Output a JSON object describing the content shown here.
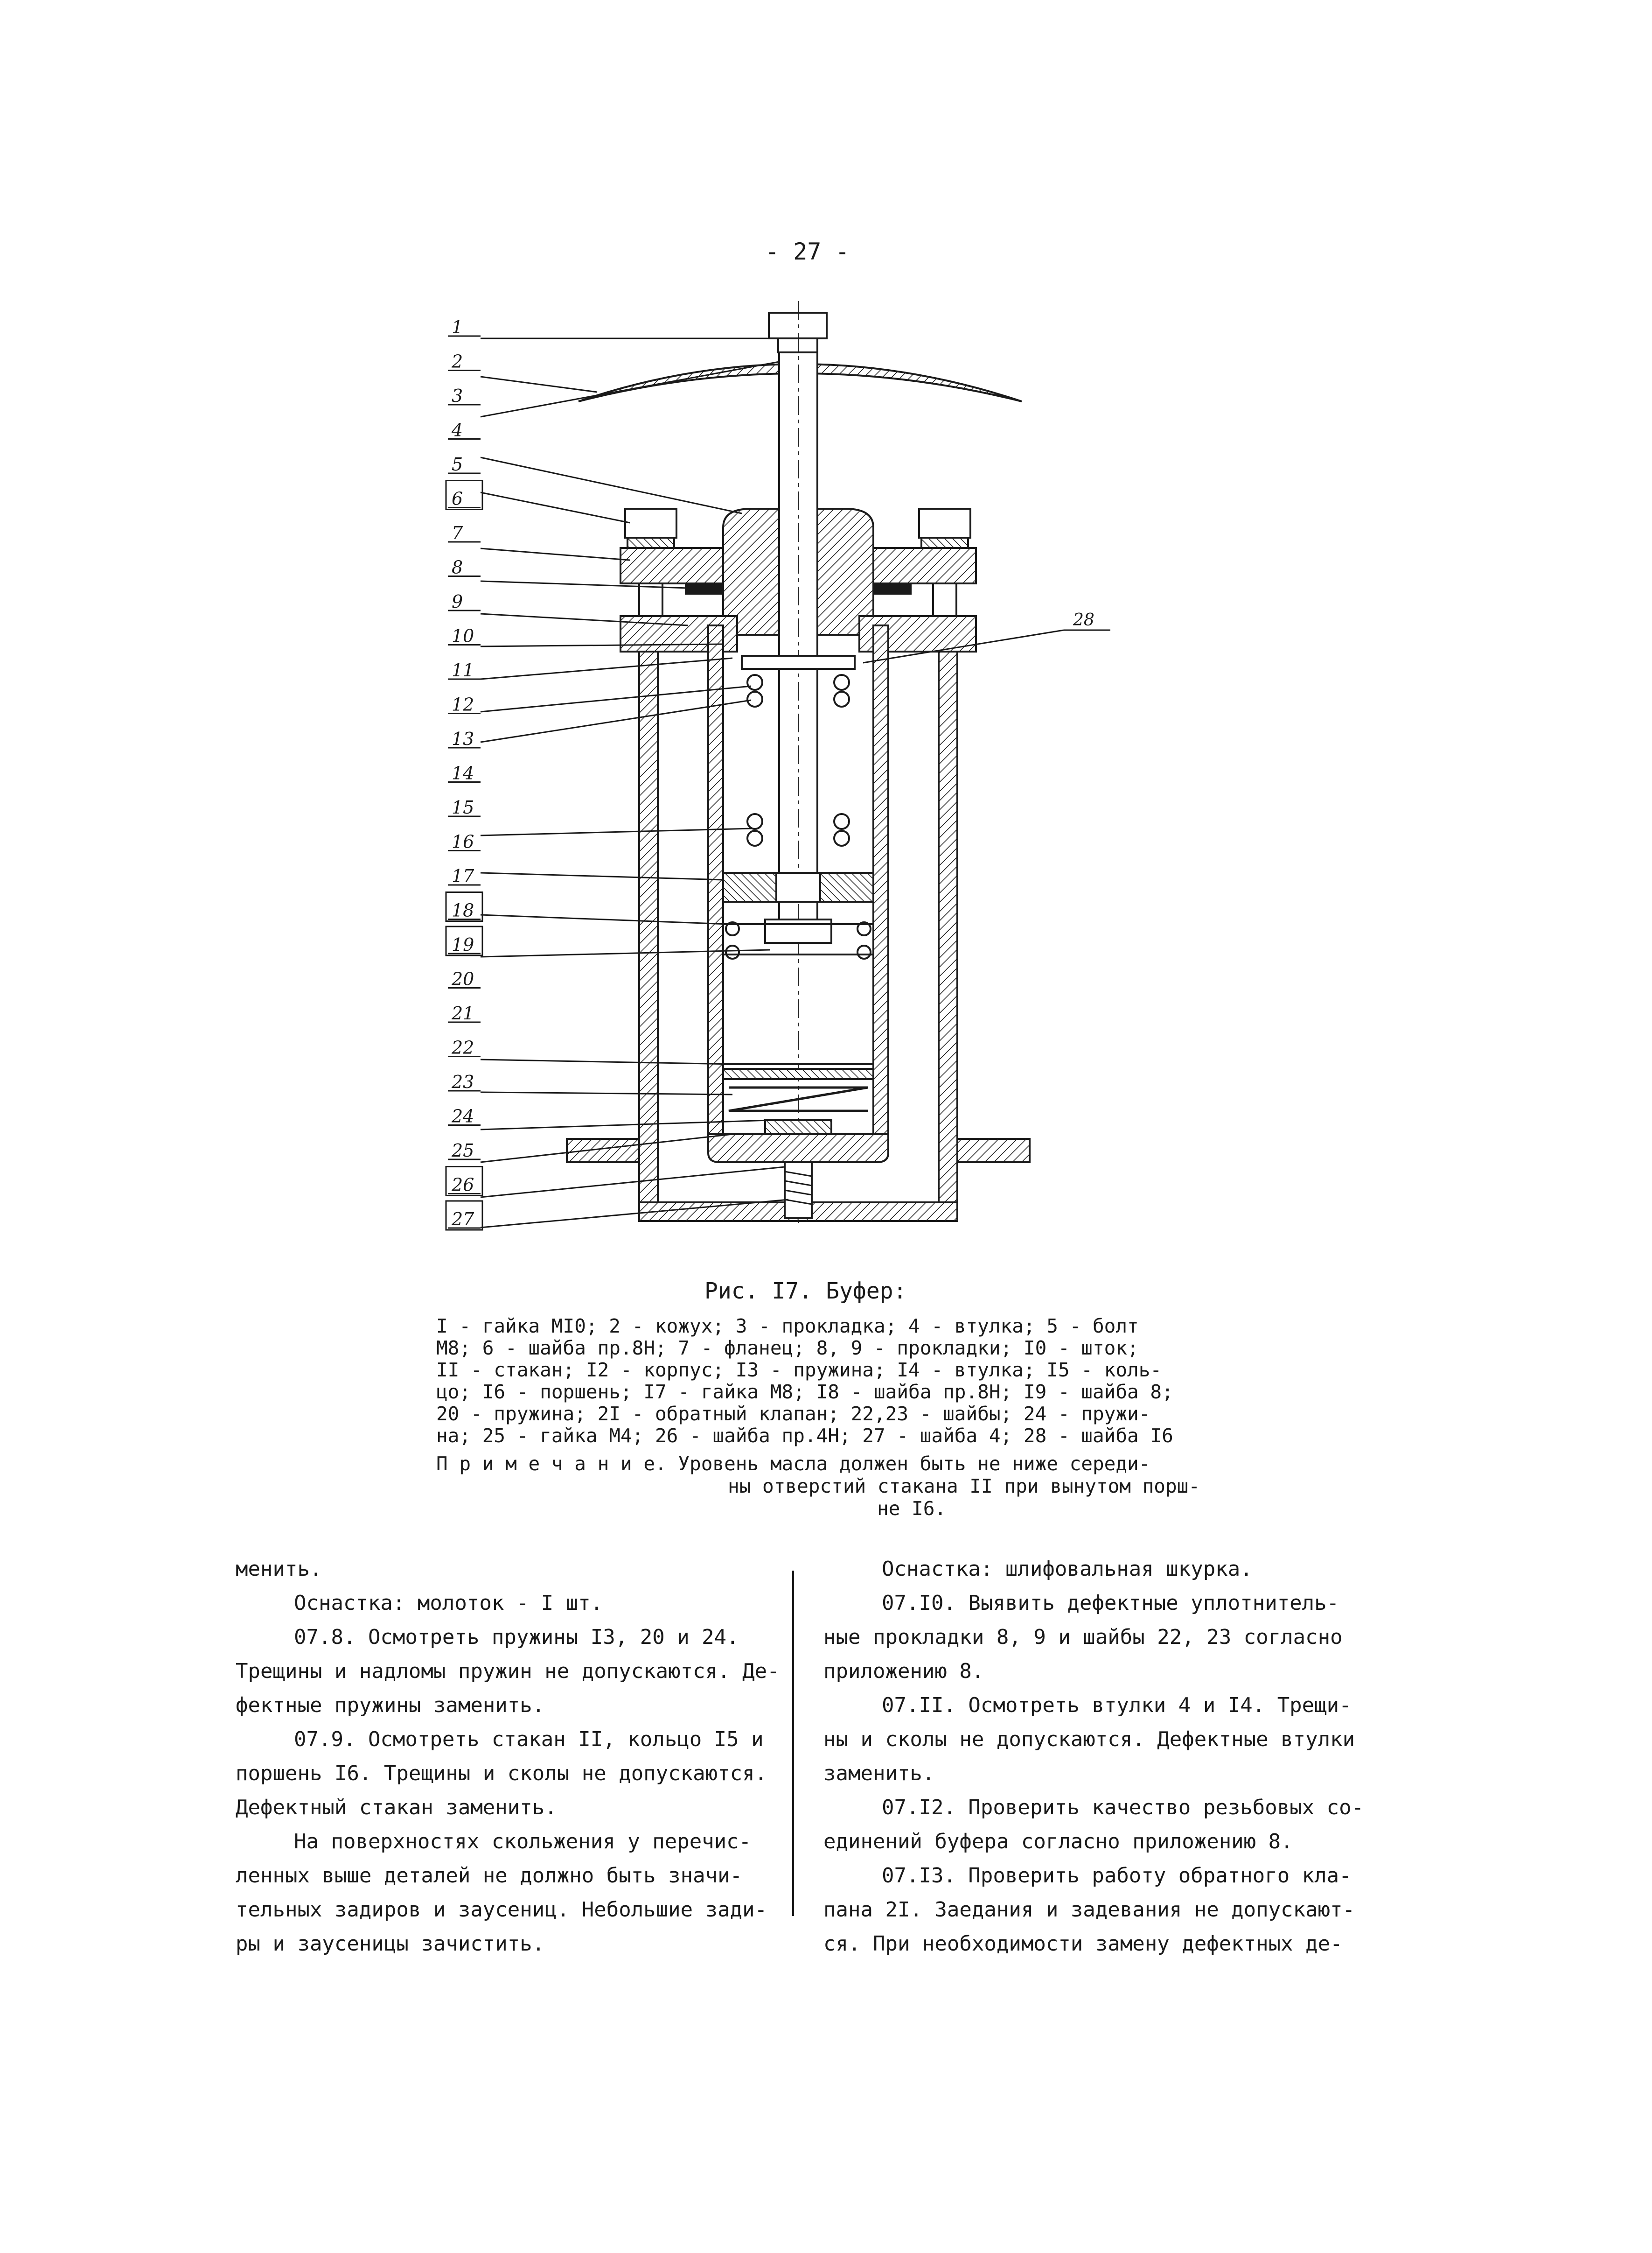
{
  "page_number": "- 27 -",
  "figure": {
    "labels": [
      "1",
      "2",
      "3",
      "4",
      "5",
      "6",
      "7",
      "8",
      "9",
      "10",
      "11",
      "12",
      "13",
      "14",
      "15",
      "16",
      "17",
      "18",
      "19",
      "20",
      "21",
      "22",
      "23",
      "24",
      "25",
      "26",
      "27"
    ],
    "label_28": "28"
  },
  "caption": {
    "title": "Рис. I7. Буфер:",
    "legend": [
      "I - гайка MI0; 2 - кожух; 3 - прокладка; 4 - втулка; 5 - болт",
      "M8; 6 - шайба пр.8Н; 7 - фланец; 8, 9 - прокладки; I0 - шток;",
      "II - стакан; I2 - корпус; I3 - пружина; I4 - втулка; I5 - коль-",
      "цо; I6 - поршень; I7 - гайка M8; I8 - шайба пр.8Н; I9 - шайба 8;",
      "20 - пружина; 2I - обратный клапан; 22,23 - шайбы; 24 - пружи-",
      "на; 25 - гайка M4; 26 - шайба пр.4Н; 27 - шайба 4; 28 - шайба I6"
    ],
    "note_lines": [
      "П р и м е ч а н и е. Уровень масла должен быть не ниже середи-",
      "ны отверстий стакана II при вынутом порш-",
      "не I6."
    ]
  },
  "left_column": [
    "менить.",
    "Оснастка: молоток - I шт.",
    "07.8. Осмотреть пружины I3, 20 и 24.",
    "Трещины и надломы пружин не допускаются. Де-",
    "фектные пружины заменить.",
    "07.9. Осмотреть стакан II, кольцо I5 и",
    "поршень I6. Трещины и сколы не допускаются.",
    "Дефектный стакан заменить.",
    "На поверхностях скольжения у перечис-",
    "ленных выше деталей не должно быть значи-",
    "тельных задиров и заусениц. Небольшие зади-",
    "ры и заусеницы зачистить."
  ],
  "right_column": [
    "Оснастка: шлифовальная шкурка.",
    "07.I0. Выявить дефектные уплотнитель-",
    "ные прокладки 8, 9 и шайбы 22, 23 согласно",
    "приложению 8.",
    "07.II. Осмотреть втулки 4 и I4. Трещи-",
    "ны и сколы не допускаются. Дефектные втулки",
    "заменить.",
    "07.I2. Проверить качество резьбовых со-",
    "единений буфера согласно приложению 8.",
    "07.I3. Проверить работу обратного кла-",
    "пана 2I. Заедания и задевания не допускают-",
    "ся. При необходимости замену дефектных де-"
  ]
}
